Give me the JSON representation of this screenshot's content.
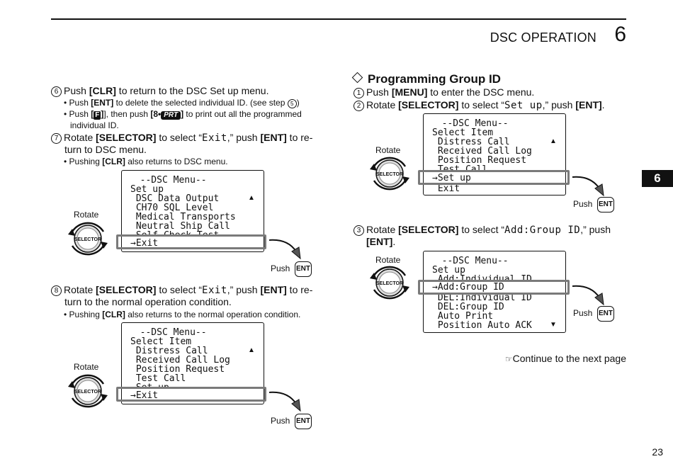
{
  "header": {
    "section_title": "DSC OPERATION",
    "section_number": "6",
    "side_tab": "6",
    "page_number": "23"
  },
  "left": {
    "step6": {
      "num": "6",
      "pre": "Push ",
      "key": "[CLR]",
      "post": " to return to the DSC Set up menu.",
      "bullet1_pre": "• Push ",
      "bullet1_key": "[ENT]",
      "bullet1_post": " to delete the selected individual ID. (see step ",
      "bullet1_ref": "5",
      "bullet1_end": ")",
      "bullet2_pre": "• Push ",
      "bullet2_key_open": "[",
      "bullet2_keyF": "F",
      "bullet2_mid": "], then push ",
      "bullet2_key8": "[8•",
      "bullet2_keyPRT": "PRT",
      "bullet2_close": "]",
      "bullet2_post": " to print out all the programmed",
      "bullet2_line2": "individual ID."
    },
    "step7": {
      "num": "7",
      "pre": "Rotate ",
      "key": "[SELECTOR]",
      "mid": " to select “",
      "lcd_text": "Exit",
      "post_pre": ",” push ",
      "post_key": "[ENT]",
      "post_end": " to re-",
      "line2": "turn to DSC menu.",
      "bullet_pre": "• Pushing ",
      "bullet_key": "[CLR]",
      "bullet_post": " also returns to DSC menu."
    },
    "step8": {
      "num": "8",
      "pre": "Rotate ",
      "key": "[SELECTOR]",
      "mid": " to select “",
      "lcd_text": "Exit",
      "post_pre": ",” push ",
      "post_key": "[ENT]",
      "post_end": " to re-",
      "line2": "turn to the normal operation condition.",
      "bullet_pre": "• Pushing ",
      "bullet_key": "[CLR]",
      "bullet_post": " also returns to the normal operation condition."
    },
    "lcd1": {
      "rows": [
        "  --DSC Menu--",
        "Set up",
        " DSC Data Output",
        " CH70 SQL Level",
        " Medical Transports",
        " Neutral Ship Call",
        " Self Check Test",
        ">Exit"
      ],
      "scroll_up": "▲"
    },
    "lcd2": {
      "rows": [
        "  --DSC Menu--",
        "Select Item",
        " Distress Call",
        " Received Call Log",
        " Position Request",
        " Test Call",
        " Set up",
        ">Exit"
      ],
      "scroll_up": "▲"
    }
  },
  "right": {
    "heading": "Programming Group ID",
    "step1": {
      "num": "1",
      "pre": "Push ",
      "key": "[MENU]",
      "post": " to enter the DSC menu."
    },
    "step2": {
      "num": "2",
      "pre": "Rotate ",
      "key": "[SELECTOR]",
      "mid": " to select “",
      "lcd_text": "Set up",
      "post_pre": ",” push ",
      "post_key": "[ENT]",
      "post_end": "."
    },
    "step3": {
      "num": "3",
      "pre": "Rotate ",
      "key": "[SELECTOR]",
      "mid": " to select “",
      "lcd_text": "Add:Group ID",
      "post_pre": ",” push",
      "line2_key": "[ENT]",
      "line2_end": "."
    },
    "lcd3": {
      "rows": [
        "  --DSC Menu--",
        "Select Item",
        " Distress Call",
        " Received Call Log",
        " Position Request",
        " Test Call",
        ">Set up",
        " Exit"
      ],
      "scroll_up": "▲"
    },
    "lcd4": {
      "rows": [
        "  --DSC Menu--",
        "Set up",
        " Add:Individual ID",
        ">Add:Group ID",
        " DEL:Individual ID",
        " DEL:Group ID",
        " Auto Print",
        " Position Auto ACK"
      ],
      "scroll_down": "▼"
    },
    "continue_icon": "☞",
    "continue_text": "Continue to the next page"
  },
  "controls": {
    "rotate_label": "Rotate",
    "selector_label": "SELECTOR",
    "push_label": "Push",
    "ent_label": "ENT"
  }
}
